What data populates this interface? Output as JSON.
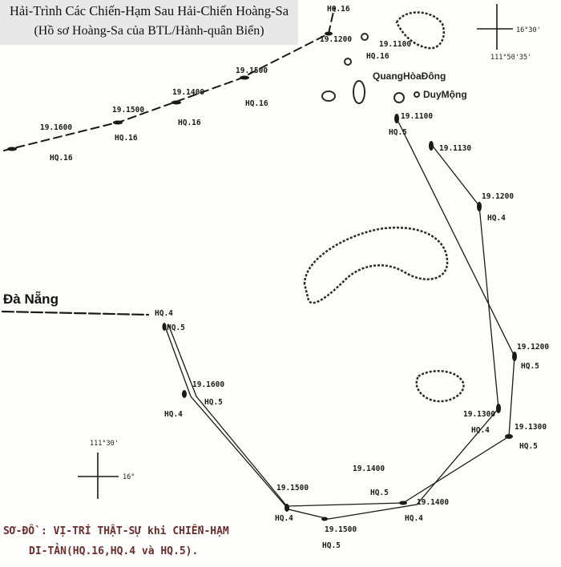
{
  "title": {
    "line1": "Hải-Trình Các Chiến-Hạm Sau Hải-Chiến Hoàng-Sa",
    "line2": "(Hồ sơ Hoàng-Sa của BTL/Hành-quân Biển)"
  },
  "colors": {
    "ink": "#1a1a1a",
    "caption_ink": "#6b2e2e",
    "title_bg": "#e8e8e8"
  },
  "places": {
    "quanghoa": "QuangHòaĐông",
    "duymong": "DuyMộng",
    "danang": "Đà Nẵng"
  },
  "coords": {
    "ne_lat": "16°30'",
    "ne_lon": "111°50'35'",
    "sw_lon": "111°30'",
    "sw_lat": "16°"
  },
  "labels": {
    "l1": {
      "time": "19.1600",
      "ship": "HQ.16"
    },
    "l2": {
      "time": "19.1500",
      "ship": "HQ.16"
    },
    "l3": {
      "time": "19.1400",
      "ship": "HQ.16"
    },
    "l4": {
      "time": "19.1500",
      "ship": "HQ.16"
    },
    "l5": {
      "time": "19.1200",
      "ship": "HQ.16"
    },
    "l6": {
      "time": "19.1100",
      "ship": "HQ.16"
    },
    "l7": {
      "time": "19.1100",
      "ship": "HQ.5"
    },
    "l8": {
      "time": "19.1130"
    },
    "l9": {
      "time": "19.1200",
      "ship": "HQ.4"
    },
    "l10": {
      "time": "19.1200",
      "ship": "HQ.5"
    },
    "l11": {
      "time": "19.1300",
      "ship": "HQ.4"
    },
    "l12": {
      "time": "19.1300",
      "ship": "HQ.5"
    },
    "l13": {
      "time": "19.1400",
      "ship": "HQ.5"
    },
    "l14": {
      "time": "19.1400",
      "ship": "HQ.4"
    },
    "l15": {
      "time": "19.1500",
      "ship": "HQ.5"
    },
    "l16": {
      "time": "19.1500",
      "ship": "HQ.4"
    },
    "l17": {
      "time": "19.1600",
      "ship": "HQ.5"
    },
    "l18": {
      "ship": "HQ.4"
    },
    "l19": {
      "ship": "HQ.5"
    },
    "l20": {
      "ship": "HQ.16"
    }
  },
  "caption": {
    "line1": "SƠ-ĐỒ : VỊ-TRÍ THẬT-SỰ khi CHIẾN-HẠM",
    "line2": "DI-TẢN(HQ.16,HQ.4 và HQ.5)."
  }
}
